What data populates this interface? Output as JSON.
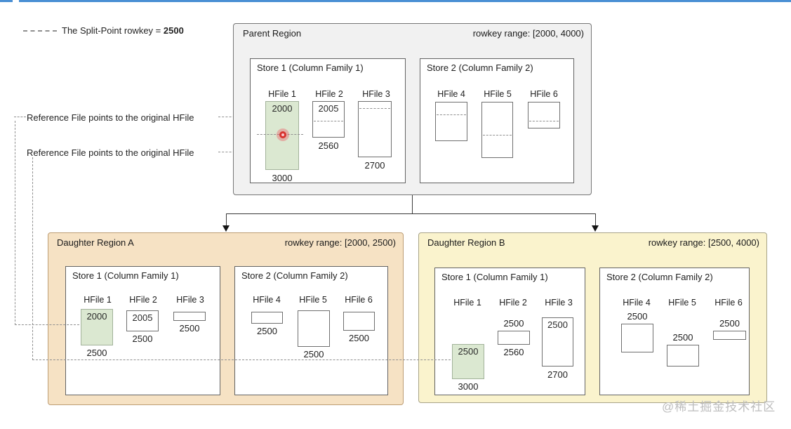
{
  "legend": {
    "label": "The Split-Point rowkey =",
    "value": "2500"
  },
  "reference_notes": {
    "first": "Reference File points to the original HFile",
    "second": "Reference File points to the original HFile"
  },
  "parent": {
    "title": "Parent Region",
    "rowkey_range": "rowkey range: [2000, 4000)",
    "store1": {
      "title": "Store 1 (Column Family 1)",
      "hfiles": [
        {
          "label": "HFile 1",
          "top_value": "2000",
          "bottom_value": "3000"
        },
        {
          "label": "HFile 2",
          "top_value": "2005",
          "bottom_value": "2560"
        },
        {
          "label": "HFile 3",
          "bottom_value": "2700"
        }
      ]
    },
    "store2": {
      "title": "Store 2 (Column Family 2)",
      "hfiles": [
        {
          "label": "HFile 4"
        },
        {
          "label": "HFile 5"
        },
        {
          "label": "HFile 6"
        }
      ]
    }
  },
  "daughter_a": {
    "title": "Daughter Region A",
    "rowkey_range": "rowkey range: [2000, 2500)",
    "store1": {
      "title": "Store 1 (Column Family 1)",
      "hfiles": [
        {
          "label": "HFile 1",
          "top_value": "2000",
          "bottom_value": "2500"
        },
        {
          "label": "HFile 2",
          "top_value": "2005",
          "bottom_value": "2500"
        },
        {
          "label": "HFile 3",
          "bottom_value": "2500"
        }
      ]
    },
    "store2": {
      "title": "Store 2 (Column Family 2)",
      "hfiles": [
        {
          "label": "HFile 4",
          "bottom_value": "2500"
        },
        {
          "label": "HFile 5",
          "bottom_value": "2500"
        },
        {
          "label": "HFile 6",
          "bottom_value": "2500"
        }
      ]
    }
  },
  "daughter_b": {
    "title": "Daughter Region B",
    "rowkey_range": "rowkey range: [2500, 4000)",
    "store1": {
      "title": "Store 1 (Column Family 1)",
      "hfiles": [
        {
          "label": "HFile 1",
          "top_value": "2500",
          "bottom_value": "3000"
        },
        {
          "label": "HFile 2",
          "above_value": "2500",
          "bottom_value": "2560"
        },
        {
          "label": "HFile 3",
          "top_value": "2500",
          "bottom_value": "2700"
        }
      ]
    },
    "store2": {
      "title": "Store 2 (Column Family 2)",
      "hfiles": [
        {
          "label": "HFile 4",
          "above_value": "2500"
        },
        {
          "label": "HFile 5",
          "above_value": "2500"
        },
        {
          "label": "HFile 6",
          "above_value": "2500"
        }
      ]
    }
  },
  "watermark": "@稀土掘金技术社区",
  "colors": {
    "top_bar_blue": "#4a8fd4",
    "parent_fill": "#f1f1f1",
    "daughter_a_fill": "#f6e2c4",
    "daughter_b_fill": "#faf3cd",
    "hfile_green_fill": "#dbe8d1",
    "split_dot_red": "#d8332e",
    "dashed_line_gray": "#8f8f8f"
  }
}
